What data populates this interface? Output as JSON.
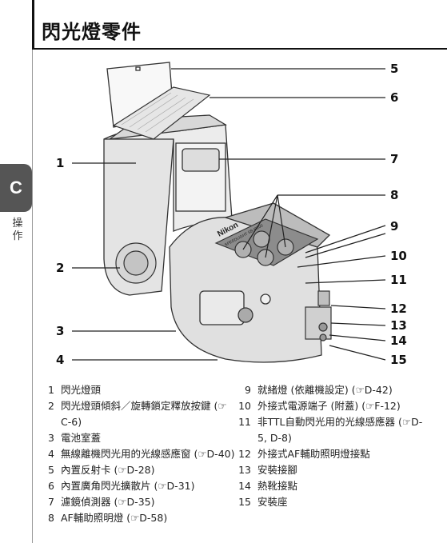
{
  "header": {
    "title": "閃光燈零件"
  },
  "side_tab": {
    "letter": "C",
    "section": "操作"
  },
  "callouts": [
    "1",
    "2",
    "3",
    "4",
    "5",
    "6",
    "7",
    "8",
    "9",
    "10",
    "11",
    "12",
    "13",
    "14",
    "15"
  ],
  "product_labels": {
    "brand": "Nikon",
    "model": "SPEEDLIGHT SB-R200"
  },
  "legend": {
    "left": [
      {
        "num": "1",
        "text": "閃光燈頭"
      },
      {
        "num": "2",
        "text": "閃光燈頭傾斜／旋轉鎖定釋放按鍵 (☞C-6)"
      },
      {
        "num": "3",
        "text": "電池室蓋"
      },
      {
        "num": "4",
        "text": "無線離機閃光用的光線感應窗 (☞D-40)"
      },
      {
        "num": "5",
        "text": "內置反射卡 (☞D-28)"
      },
      {
        "num": "6",
        "text": "內置廣角閃光擴散片 (☞D-31)"
      },
      {
        "num": "7",
        "text": "濾鏡偵測器 (☞D-35)"
      },
      {
        "num": "8",
        "text": "AF輔助照明燈 (☞D-58)"
      }
    ],
    "right": [
      {
        "num": "9",
        "text": "就緒燈 (依離機設定) (☞D-42)"
      },
      {
        "num": "10",
        "text": "外接式電源端子 (附蓋) (☞F-12)"
      },
      {
        "num": "11",
        "text": "非TTL自動閃光用的光線感應器 (☞D-5, D-8)"
      },
      {
        "num": "12",
        "text": "外接式AF輔助照明燈接點"
      },
      {
        "num": "13",
        "text": "安裝接腳"
      },
      {
        "num": "14",
        "text": "熱靴接點"
      },
      {
        "num": "15",
        "text": "安裝座"
      }
    ]
  }
}
